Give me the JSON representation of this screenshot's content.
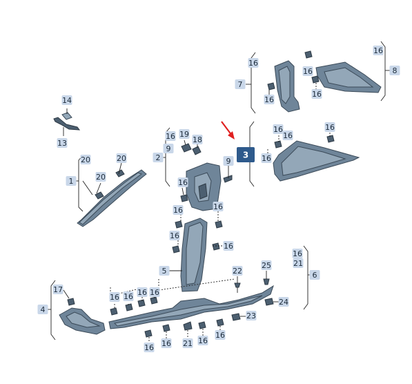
{
  "callouts": {
    "c14": "14",
    "c13": "13",
    "c20a": "20",
    "c1": "1",
    "c20b": "20",
    "c20c": "20",
    "c16a": "16",
    "c9a": "9",
    "c2": "2",
    "c19": "19",
    "c18": "18",
    "c9b": "9",
    "c3": "3",
    "c16_7": "16",
    "c7": "7",
    "c16b": "16",
    "c16c": "16",
    "c16_8": "16",
    "c8": "8",
    "c16d": "16",
    "c16e": "16",
    "c16f": "16",
    "c16g": "16",
    "c16h": "16",
    "c16i": "16",
    "c16j": "16",
    "c16k": "16",
    "c16l": "16",
    "c16m": "16",
    "c5": "5",
    "c16_6": "16",
    "c21_6": "21",
    "c6": "6",
    "c22": "22",
    "c25": "25",
    "c24": "24",
    "c23": "23",
    "c17": "17",
    "c4": "4",
    "c16n": "16",
    "c16o": "16",
    "c16p": "16",
    "c16q": "16",
    "c16r": "16",
    "c16s": "16",
    "c21": "21",
    "c16t": "16",
    "c16u": "16"
  },
  "colors": {
    "callout_bg": "#c9d7e9",
    "highlight_bg": "#2e5a8c",
    "arrow": "#e02020",
    "part_fill": "#6f8599"
  }
}
